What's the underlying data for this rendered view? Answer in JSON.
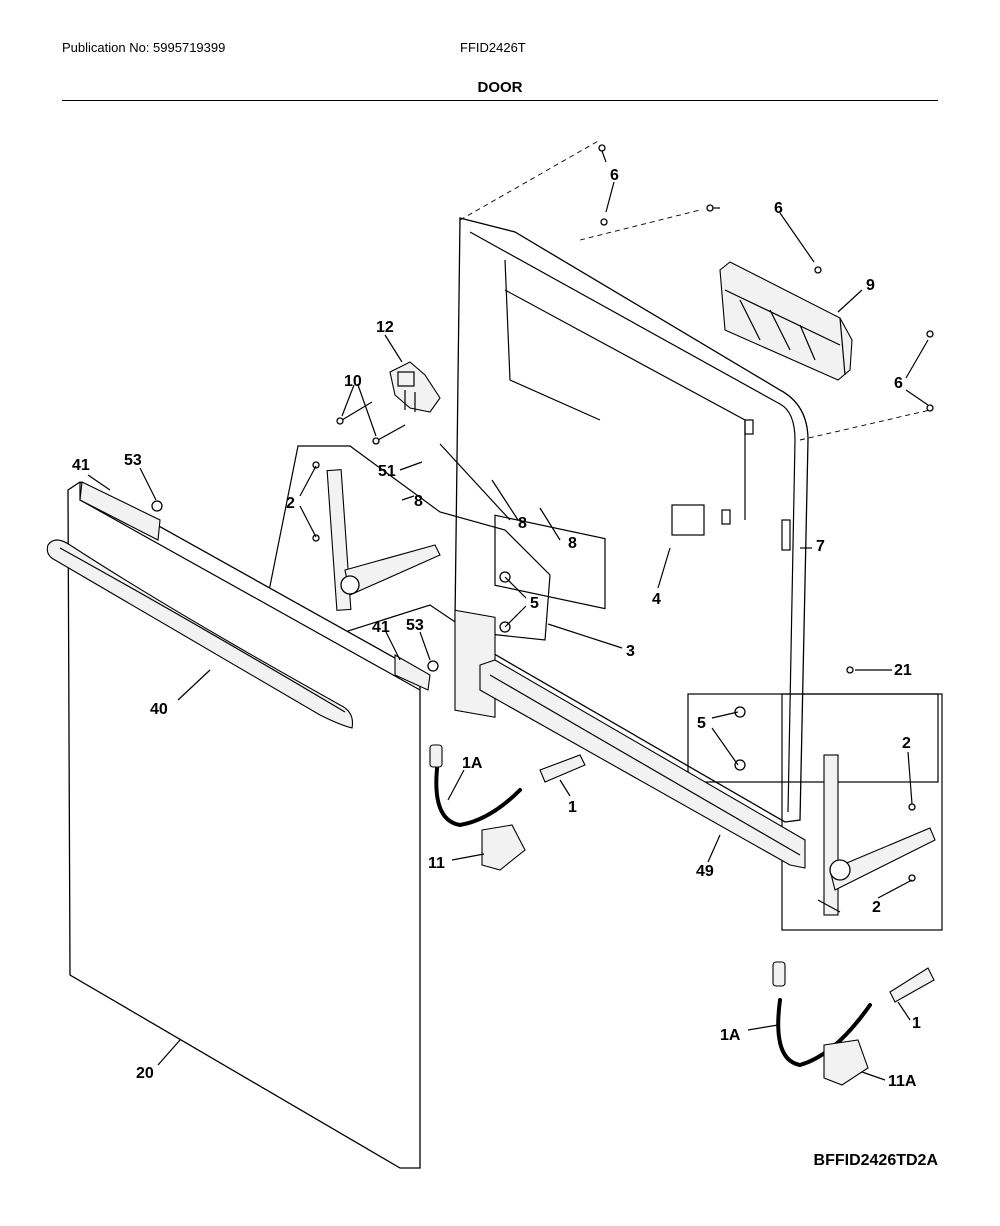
{
  "header": {
    "publication": "Publication No: 5995719399",
    "model": "FFID2426T",
    "section_title": "DOOR"
  },
  "footer": {
    "diagram_code": "BFFID2426TD2A"
  },
  "callouts": {
    "c6a": "6",
    "c6b": "6",
    "c6c": "6",
    "c9": "9",
    "c12": "12",
    "c10": "10",
    "c41a": "41",
    "c53a": "53",
    "c51": "51",
    "c8a": "8",
    "c8b": "8",
    "c8c": "8",
    "c2a": "2",
    "c5a": "5",
    "c7": "7",
    "c4": "4",
    "c3": "3",
    "c41b": "41",
    "c53b": "53",
    "c40": "40",
    "c21": "21",
    "c5b": "5",
    "c2b": "2",
    "c2c": "2",
    "c1Aa": "1A",
    "c1a": "1",
    "c11": "11",
    "c49": "49",
    "c20": "20",
    "c1Ab": "1A",
    "c1b": "1",
    "c11A": "11A"
  }
}
